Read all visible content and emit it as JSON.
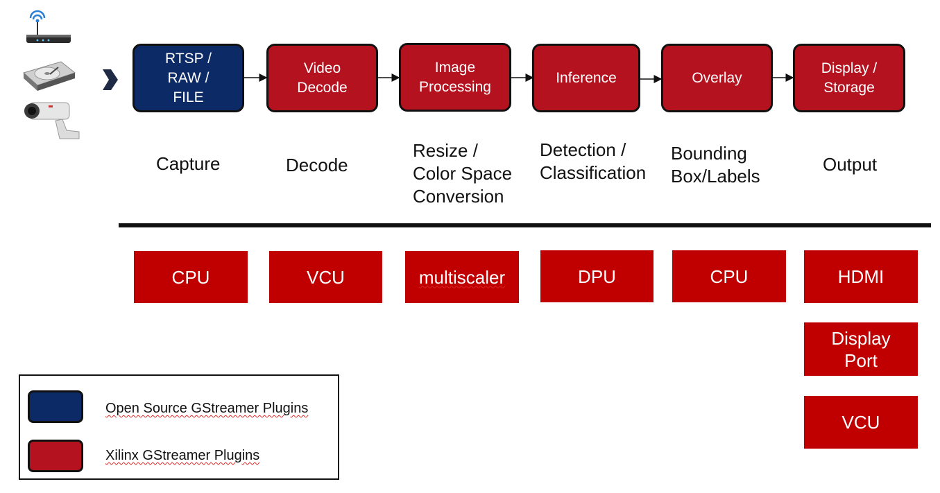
{
  "source_icons": {
    "router": "wifi-router-icon",
    "storage": "hard-drive-icon",
    "camera": "security-camera-icon"
  },
  "stages": [
    {
      "label": "RTSP /\nRAW /\nFILE",
      "color": "#0c2a66",
      "caption": "Capture",
      "hardware": "CPU"
    },
    {
      "label": "Video\nDecode",
      "color": "#b4121e",
      "caption": "Decode",
      "hardware": "VCU"
    },
    {
      "label": "Image\nProcessing",
      "color": "#b4121e",
      "caption": "Resize /\nColor Space\nConversion",
      "hardware": "multiscaler"
    },
    {
      "label": "Inference",
      "color": "#b4121e",
      "caption": "Detection /\nClassification",
      "hardware": "DPU"
    },
    {
      "label": "Overlay",
      "color": "#b4121e",
      "caption": "Bounding\nBox/Labels",
      "hardware": "CPU"
    },
    {
      "label": "Display /\nStorage",
      "color": "#b4121e",
      "caption": "Output",
      "hardware": "HDMI"
    }
  ],
  "output_extra_hardware": [
    "Display\nPort",
    "VCU"
  ],
  "legend": {
    "open_source": "Open Source GStreamer Plugins",
    "xilinx": "Xilinx GStreamer Plugins",
    "colors": {
      "open_source": "#0c2a66",
      "xilinx": "#b4121e"
    }
  }
}
